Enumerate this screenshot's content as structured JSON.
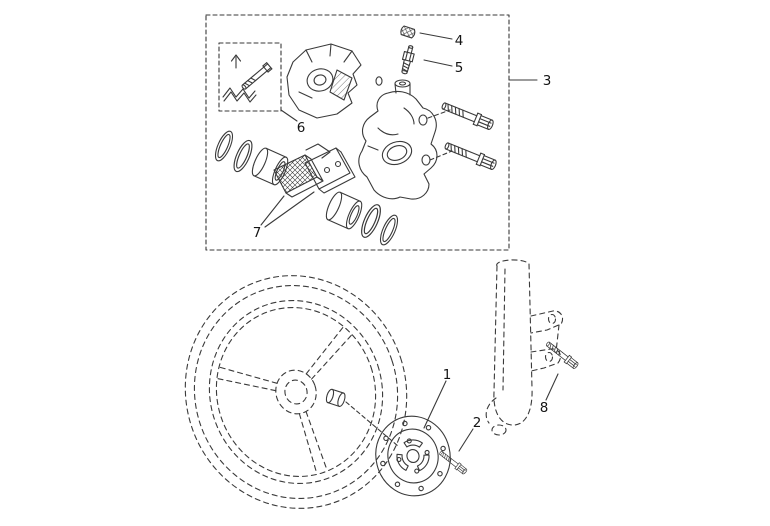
{
  "diagram": {
    "background": "#ffffff",
    "line_color": "#3a3a3a",
    "text_color": "#141414",
    "callouts": [
      "1",
      "2",
      "3",
      "4",
      "5",
      "6",
      "7",
      "8"
    ]
  }
}
